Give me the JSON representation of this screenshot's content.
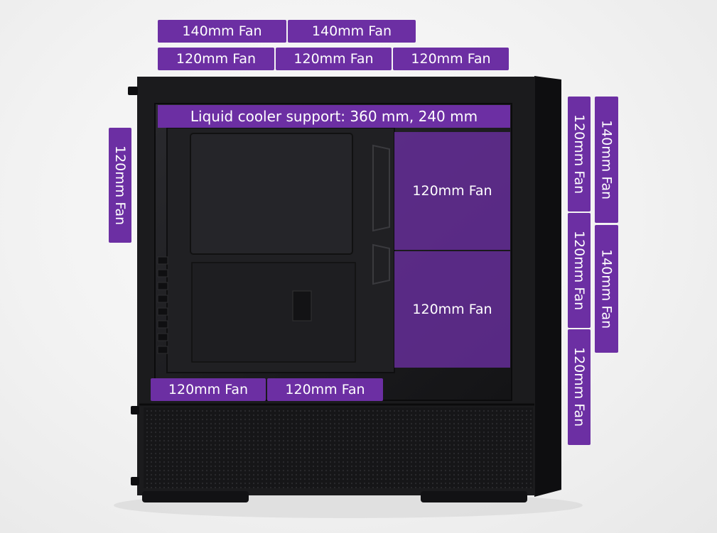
{
  "top_row_1": [
    "140mm Fan",
    "140mm Fan"
  ],
  "top_row_2": [
    "120mm Fan",
    "120mm Fan",
    "120mm Fan"
  ],
  "radiator_label": "Liquid cooler support: 360 mm, 240 mm",
  "rear_label": "120mm Fan",
  "front_fans": [
    "120mm Fan",
    "120mm Fan"
  ],
  "bottom_fans": [
    "120mm Fan",
    "120mm Fan"
  ],
  "side_left_column": [
    "120mm Fan",
    "120mm Fan",
    "120mm Fan"
  ],
  "side_right_column": [
    "140mm Fan",
    "140mm Fan"
  ],
  "colors": {
    "accent": "#6c2fa3",
    "case": "#1b1b1d"
  }
}
